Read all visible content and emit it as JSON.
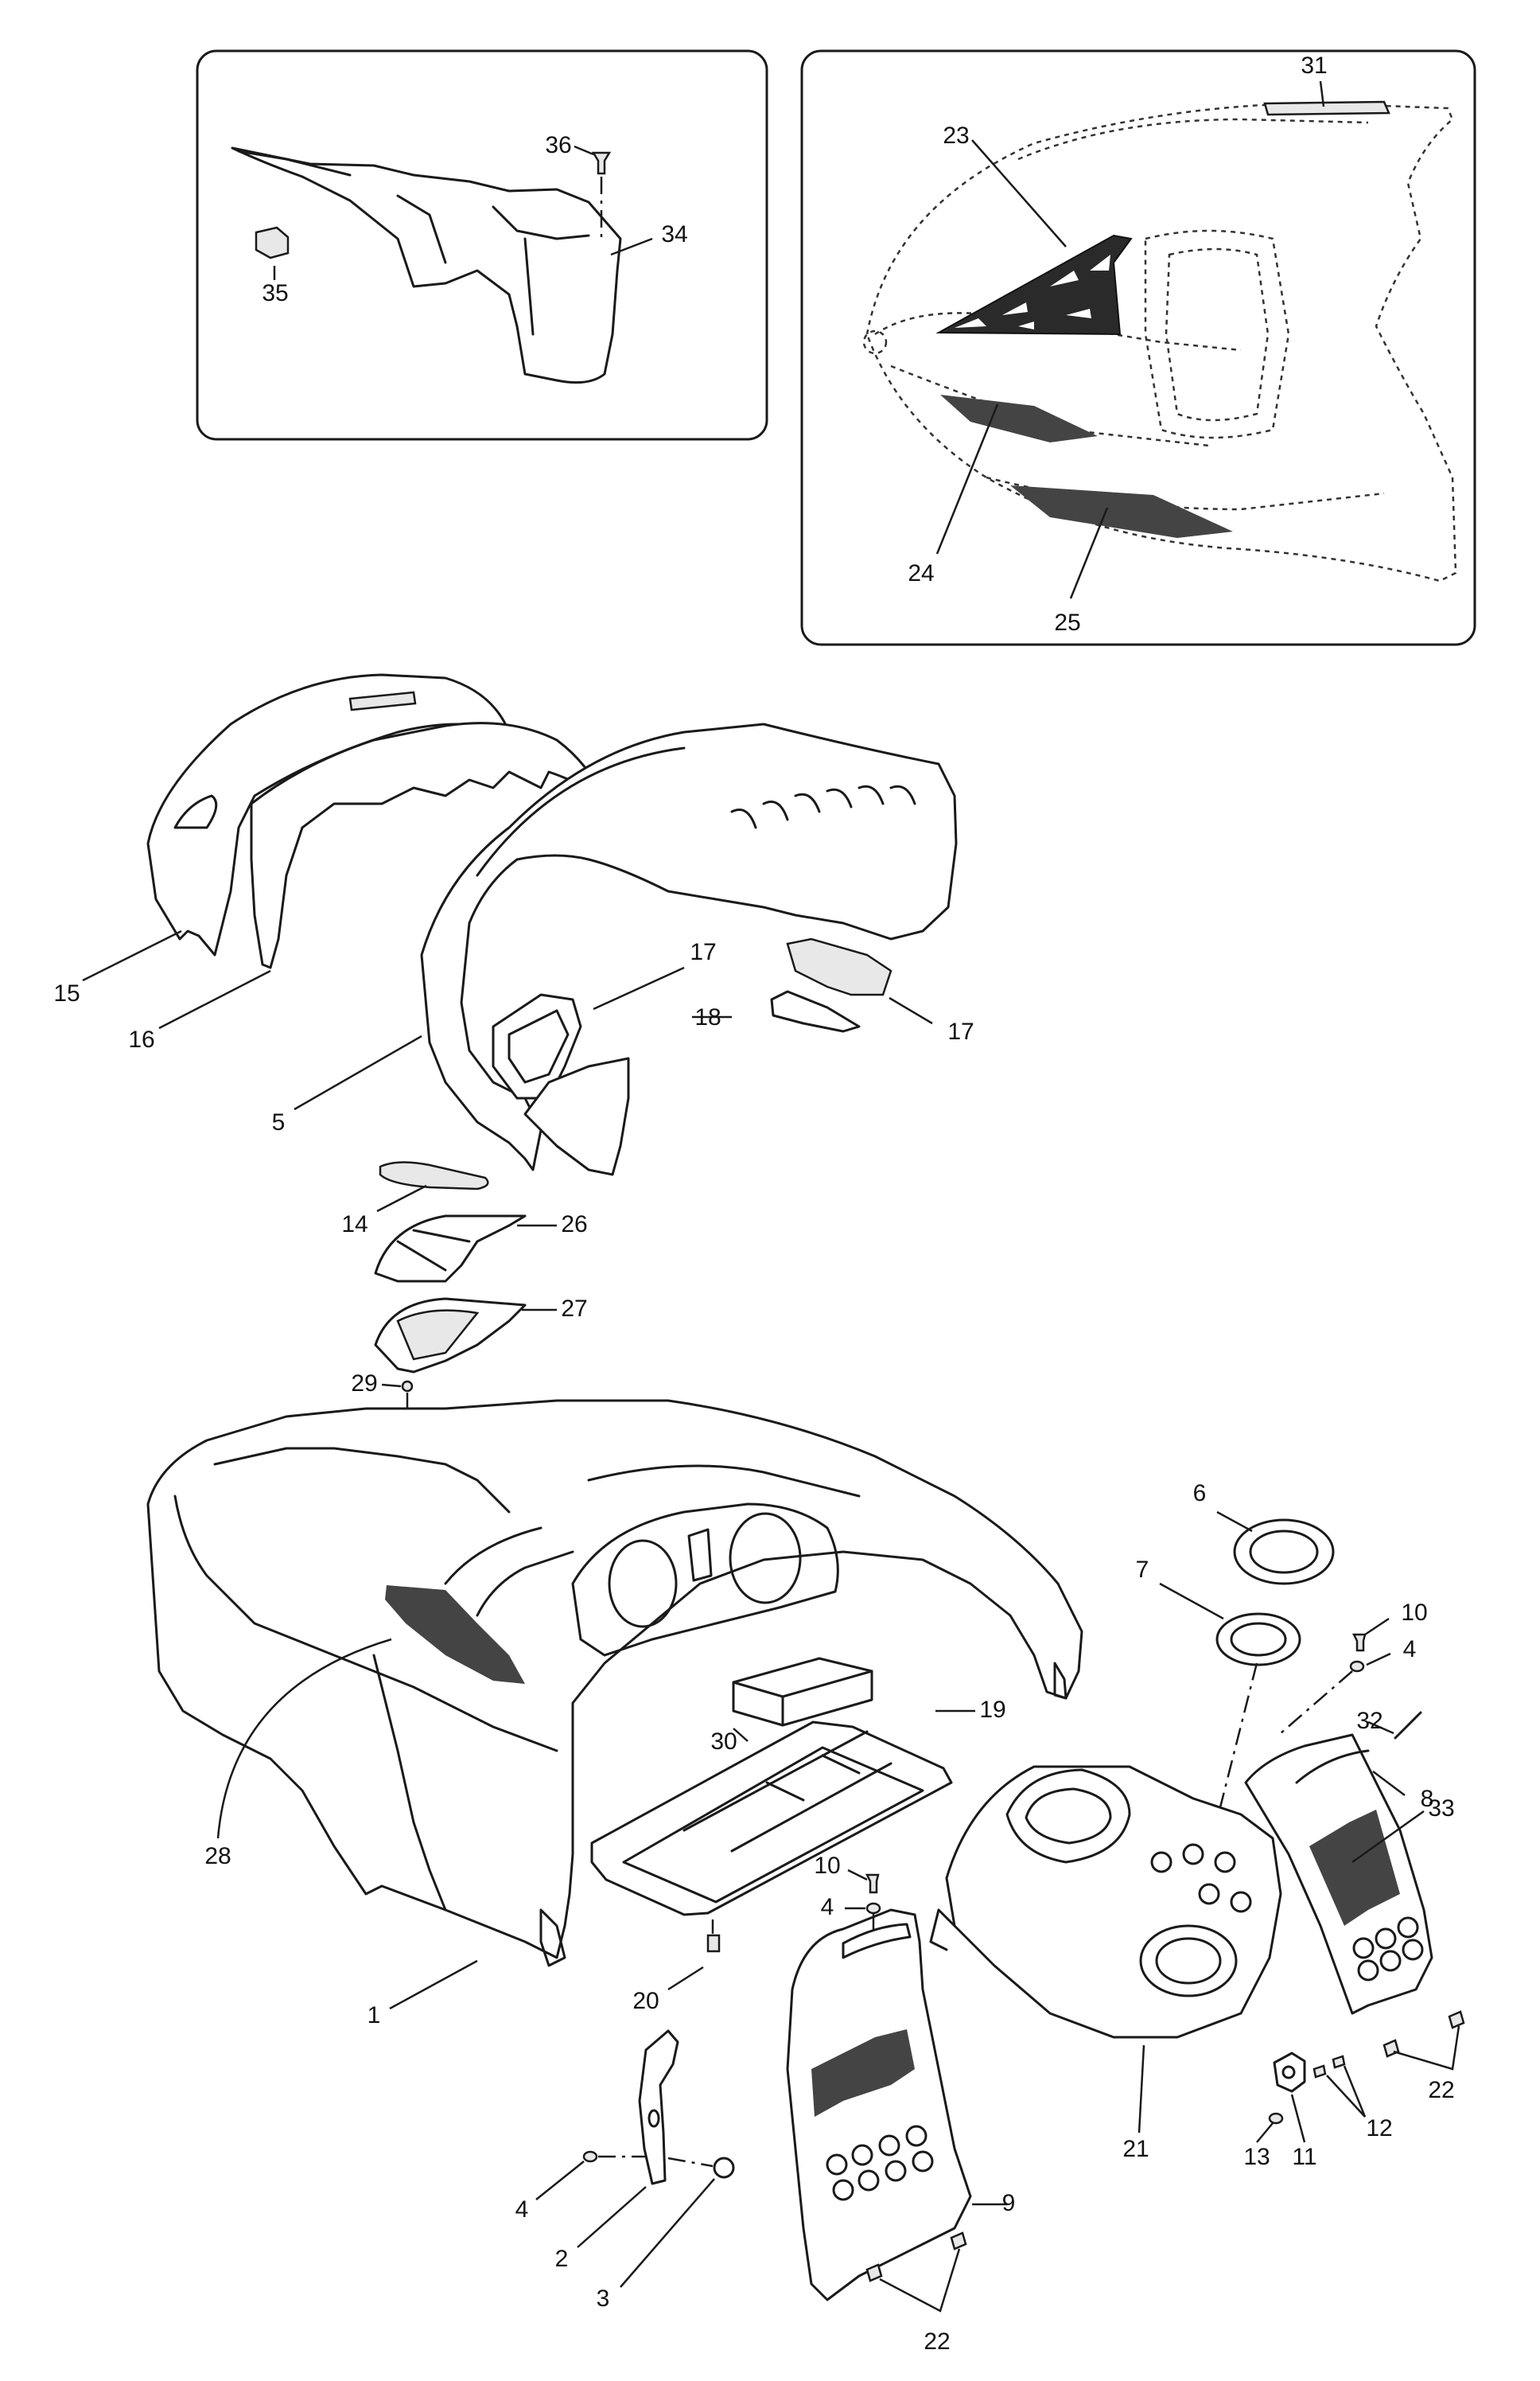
{
  "callouts": {
    "c1": "1",
    "c2": "2",
    "c3": "3",
    "c4a": "4",
    "c4b": "4",
    "c4c": "4",
    "c5": "5",
    "c6": "6",
    "c7": "7",
    "c8": "8",
    "c9": "9",
    "c10a": "10",
    "c10b": "10",
    "c11": "11",
    "c12": "12",
    "c13": "13",
    "c14": "14",
    "c15": "15",
    "c16": "16",
    "c17a": "17",
    "c17b": "17",
    "c18": "18",
    "c19": "19",
    "c20": "20",
    "c21": "21",
    "c22a": "22",
    "c22b": "22",
    "c23": "23",
    "c24": "24",
    "c25": "25",
    "c26": "26",
    "c27": "27",
    "c28": "28",
    "c29": "29",
    "c30": "30",
    "c31": "31",
    "c32": "32",
    "c33": "33",
    "c34": "34",
    "c35": "35",
    "c36": "36"
  }
}
